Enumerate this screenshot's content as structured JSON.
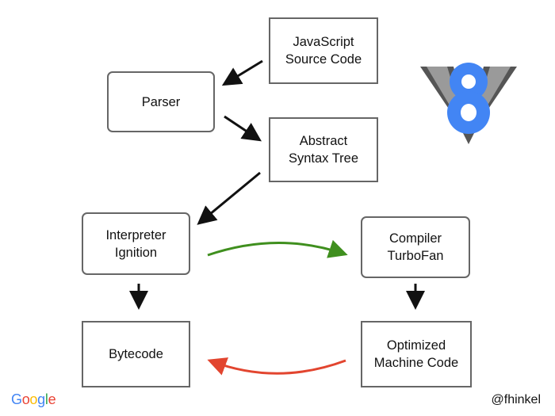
{
  "nodes": {
    "source": {
      "lines": [
        "JavaScript",
        "Source Code"
      ]
    },
    "parser": {
      "lines": [
        "Parser"
      ]
    },
    "ast": {
      "lines": [
        "Abstract",
        "Syntax Tree"
      ]
    },
    "interpreter": {
      "lines": [
        "Interpreter",
        "Ignition"
      ]
    },
    "compiler": {
      "lines": [
        "Compiler",
        "TurboFan"
      ]
    },
    "bytecode": {
      "lines": [
        "Bytecode"
      ]
    },
    "optimized": {
      "lines": [
        "Optimized",
        "Machine Code"
      ]
    }
  },
  "edges": [
    {
      "from": "source",
      "to": "parser",
      "color": "#111111"
    },
    {
      "from": "parser",
      "to": "ast",
      "color": "#111111"
    },
    {
      "from": "ast",
      "to": "interpreter",
      "color": "#111111"
    },
    {
      "from": "interpreter",
      "to": "bytecode",
      "color": "#111111"
    },
    {
      "from": "compiler",
      "to": "optimized",
      "color": "#111111"
    },
    {
      "from": "interpreter",
      "to": "compiler",
      "color": "#3f8f1e"
    },
    {
      "from": "optimized",
      "to": "bytecode",
      "color": "#e2452f"
    }
  ],
  "logo": {
    "digit": "8",
    "colors": {
      "blue": "#4285f4",
      "dark": "#555555",
      "light": "#9a9a9a"
    }
  },
  "footer": {
    "google_letters": [
      {
        "ch": "G",
        "color": "#4285F4"
      },
      {
        "ch": "o",
        "color": "#EA4335"
      },
      {
        "ch": "o",
        "color": "#FBBC05"
      },
      {
        "ch": "g",
        "color": "#4285F4"
      },
      {
        "ch": "l",
        "color": "#34A853"
      },
      {
        "ch": "e",
        "color": "#EA4335"
      }
    ],
    "handle": "@fhinkel"
  }
}
